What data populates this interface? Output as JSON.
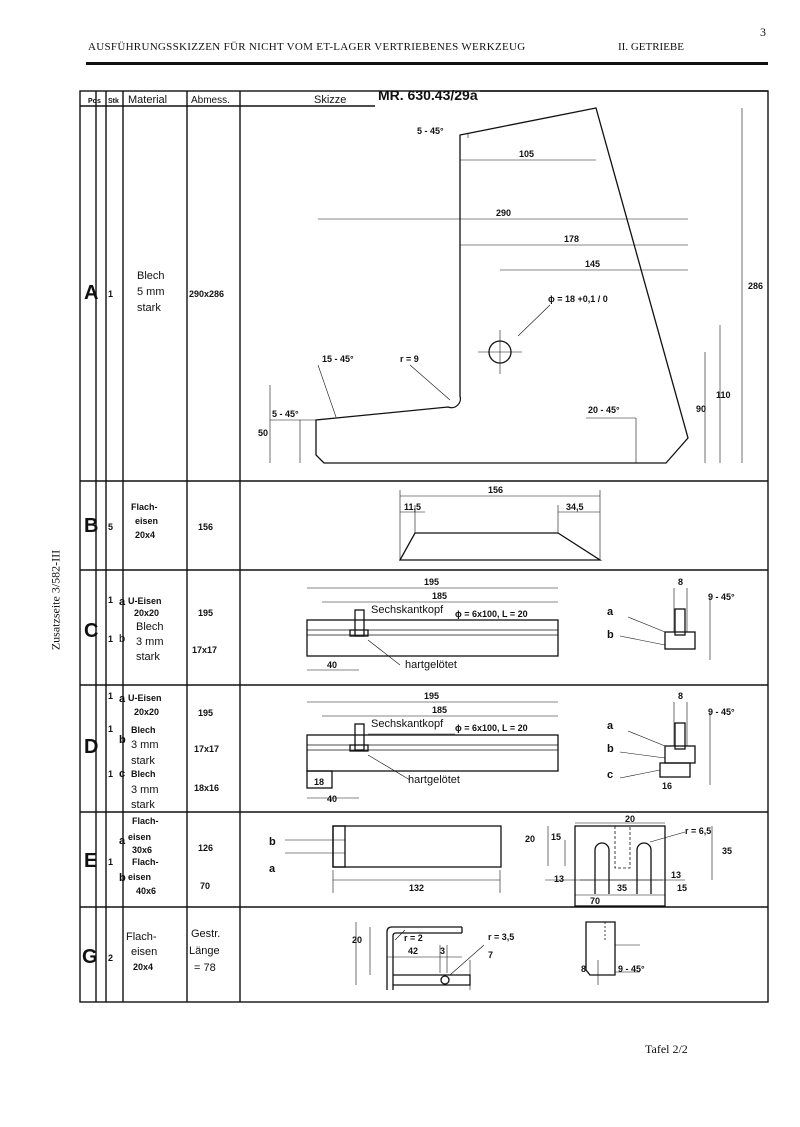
{
  "header": {
    "title": "AUSFÜHRUNGSSKIZZEN FÜR NICHT VOM ET-LAGER VERTRIEBENES WERKZEUG",
    "section": "II. GETRIEBE",
    "page_number": "3"
  },
  "side_note": "Zusatzseite 3/582-III",
  "footer": "Tafel 2/2",
  "table": {
    "headers": {
      "pos": "Pos",
      "qty": "Stk",
      "material": "Material",
      "dims": "Abmess.",
      "sketch": "Skizze"
    },
    "drawing_no": "MR. 630.43/29a",
    "rows": [
      {
        "pos": "A",
        "qty": "1",
        "material": [
          "Blech",
          "5 mm",
          "stark"
        ],
        "dims": "290x286"
      },
      {
        "pos": "B",
        "qty": "5",
        "material": [
          "Flach-",
          "eisen",
          "20x4"
        ],
        "dims": "156"
      },
      {
        "pos": "C",
        "parts": [
          {
            "qty": "1",
            "letter": "a",
            "material": [
              "U-Eisen",
              "20x20"
            ],
            "dims": "195"
          },
          {
            "qty": "1",
            "letter": "b",
            "material": [
              "Blech",
              "3 mm",
              "stark"
            ],
            "dims": "17x17"
          }
        ]
      },
      {
        "pos": "D",
        "parts": [
          {
            "qty": "1",
            "letter": "a",
            "material": [
              "U-Eisen",
              "20x20"
            ],
            "dims": "195"
          },
          {
            "qty": "1",
            "letter": "b",
            "material": [
              "Blech",
              "3 mm",
              "stark"
            ],
            "dims": "17x17"
          },
          {
            "qty": "1",
            "letter": "c",
            "material": [
              "Blech",
              "3 mm",
              "stark"
            ],
            "dims": "18x16"
          }
        ]
      },
      {
        "pos": "E",
        "parts": [
          {
            "qty": "1",
            "letter": "a",
            "material": [
              "Flach-",
              "eisen",
              "30x6"
            ],
            "dims": "126"
          },
          {
            "qty": "",
            "letter": "b",
            "material": [
              "Flach-",
              "eisen",
              "40x6"
            ],
            "dims": "70"
          }
        ]
      },
      {
        "pos": "G",
        "qty": "2",
        "material": [
          "Flach-",
          "eisen",
          "20x4"
        ],
        "dims": [
          "Gestr.",
          "Länge",
          "= 78"
        ]
      }
    ]
  },
  "sketch_labels": {
    "A": {
      "chamfer_top": "5 - 45°",
      "d105": "105",
      "d290": "290",
      "d178": "178",
      "d145": "145",
      "hole": "ϕ = 18 +0,1 / 0",
      "d286": "286",
      "chamfer_left_upper": "15 - 45°",
      "radius": "r = 9",
      "chamfer_left_lower": "5 - 45°",
      "d50": "50",
      "chamfer_right": "20 - 45°",
      "d90": "90",
      "d110": "110"
    },
    "B": {
      "d156": "156",
      "d11_5": "11,5",
      "d34_5": "34,5"
    },
    "C": {
      "d195": "195",
      "d185": "185",
      "bolt": "Sechskantkopf",
      "bolt_dims": "ϕ = 6x100, L = 20",
      "d40": "40",
      "brazed": "hartgelötet",
      "d8": "8",
      "chamfer": "9 - 45°",
      "a": "a",
      "b": "b"
    },
    "D": {
      "d195": "195",
      "d185": "185",
      "bolt": "Sechskantkopf",
      "bolt_dims": "ϕ = 6x100, L = 20",
      "d18": "18",
      "d40": "40",
      "brazed": "hartgelötet",
      "d8": "8",
      "chamfer": "9 - 45°",
      "a": "a",
      "b": "b",
      "c": "c",
      "d16": "16"
    },
    "E": {
      "b": "b",
      "a": "a",
      "d132": "132",
      "d20_top": "20",
      "radius": "r = 6,5",
      "d20_side": "20",
      "d15": "15",
      "d35_side": "35",
      "d13_left": "13",
      "d13_right": "13",
      "d35_bottom": "35",
      "d15_bottom": "15",
      "d70": "70"
    },
    "G": {
      "d20": "20",
      "r2": "r = 2",
      "d42": "42",
      "d3": "3",
      "r3_5": "r = 3,5",
      "d7": "7",
      "d8": "8",
      "chamfer": "9 - 45°"
    }
  }
}
